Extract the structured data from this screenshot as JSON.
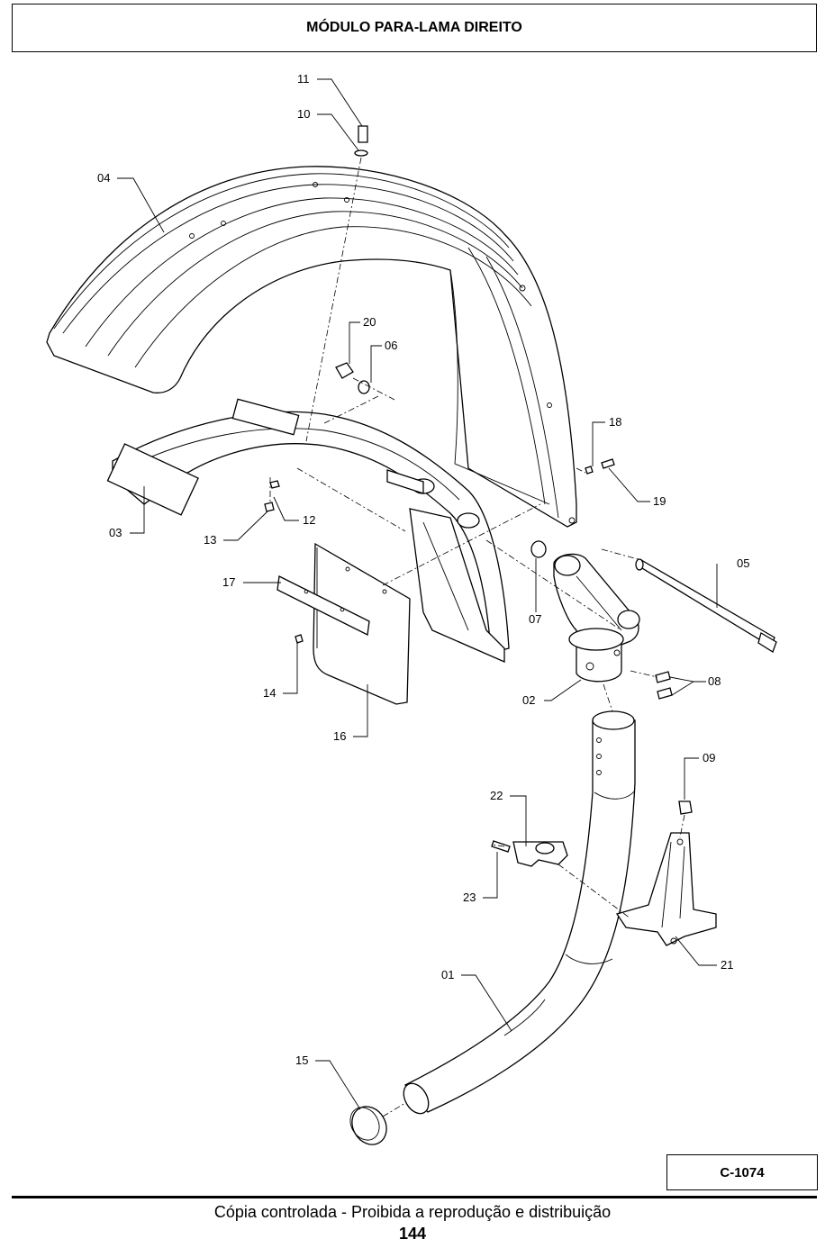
{
  "title": "MÓDULO PARA-LAMA DIREITO",
  "code": "C-1074",
  "footer": {
    "note": "Cópia controlada - Proibida a reprodução e distribuição",
    "page": "144"
  },
  "callouts": {
    "c01": "01",
    "c02": "02",
    "c03": "03",
    "c04": "04",
    "c05": "05",
    "c06": "06",
    "c07": "07",
    "c08": "08",
    "c09": "09",
    "c10": "10",
    "c11": "11",
    "c12": "12",
    "c13": "13",
    "c14": "14",
    "c15": "15",
    "c16": "16",
    "c17": "17",
    "c18": "18",
    "c19": "19",
    "c20": "20",
    "c21": "21",
    "c22": "22",
    "c23": "23"
  }
}
